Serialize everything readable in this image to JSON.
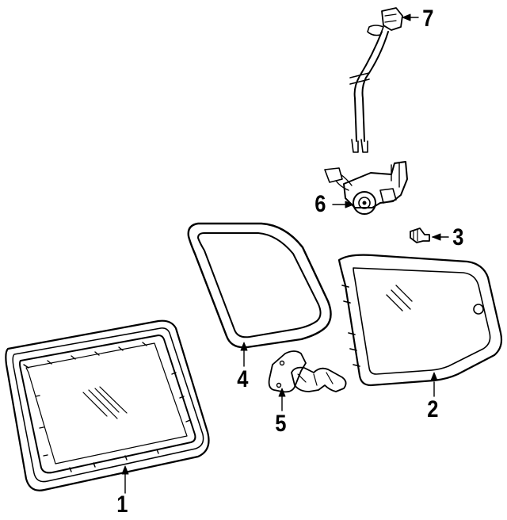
{
  "callouts": {
    "c1": "1",
    "c2": "2",
    "c3": "3",
    "c4": "4",
    "c5": "5",
    "c6": "6",
    "c7": "7"
  },
  "colors": {
    "ink": "#000000",
    "background": "#ffffff"
  }
}
